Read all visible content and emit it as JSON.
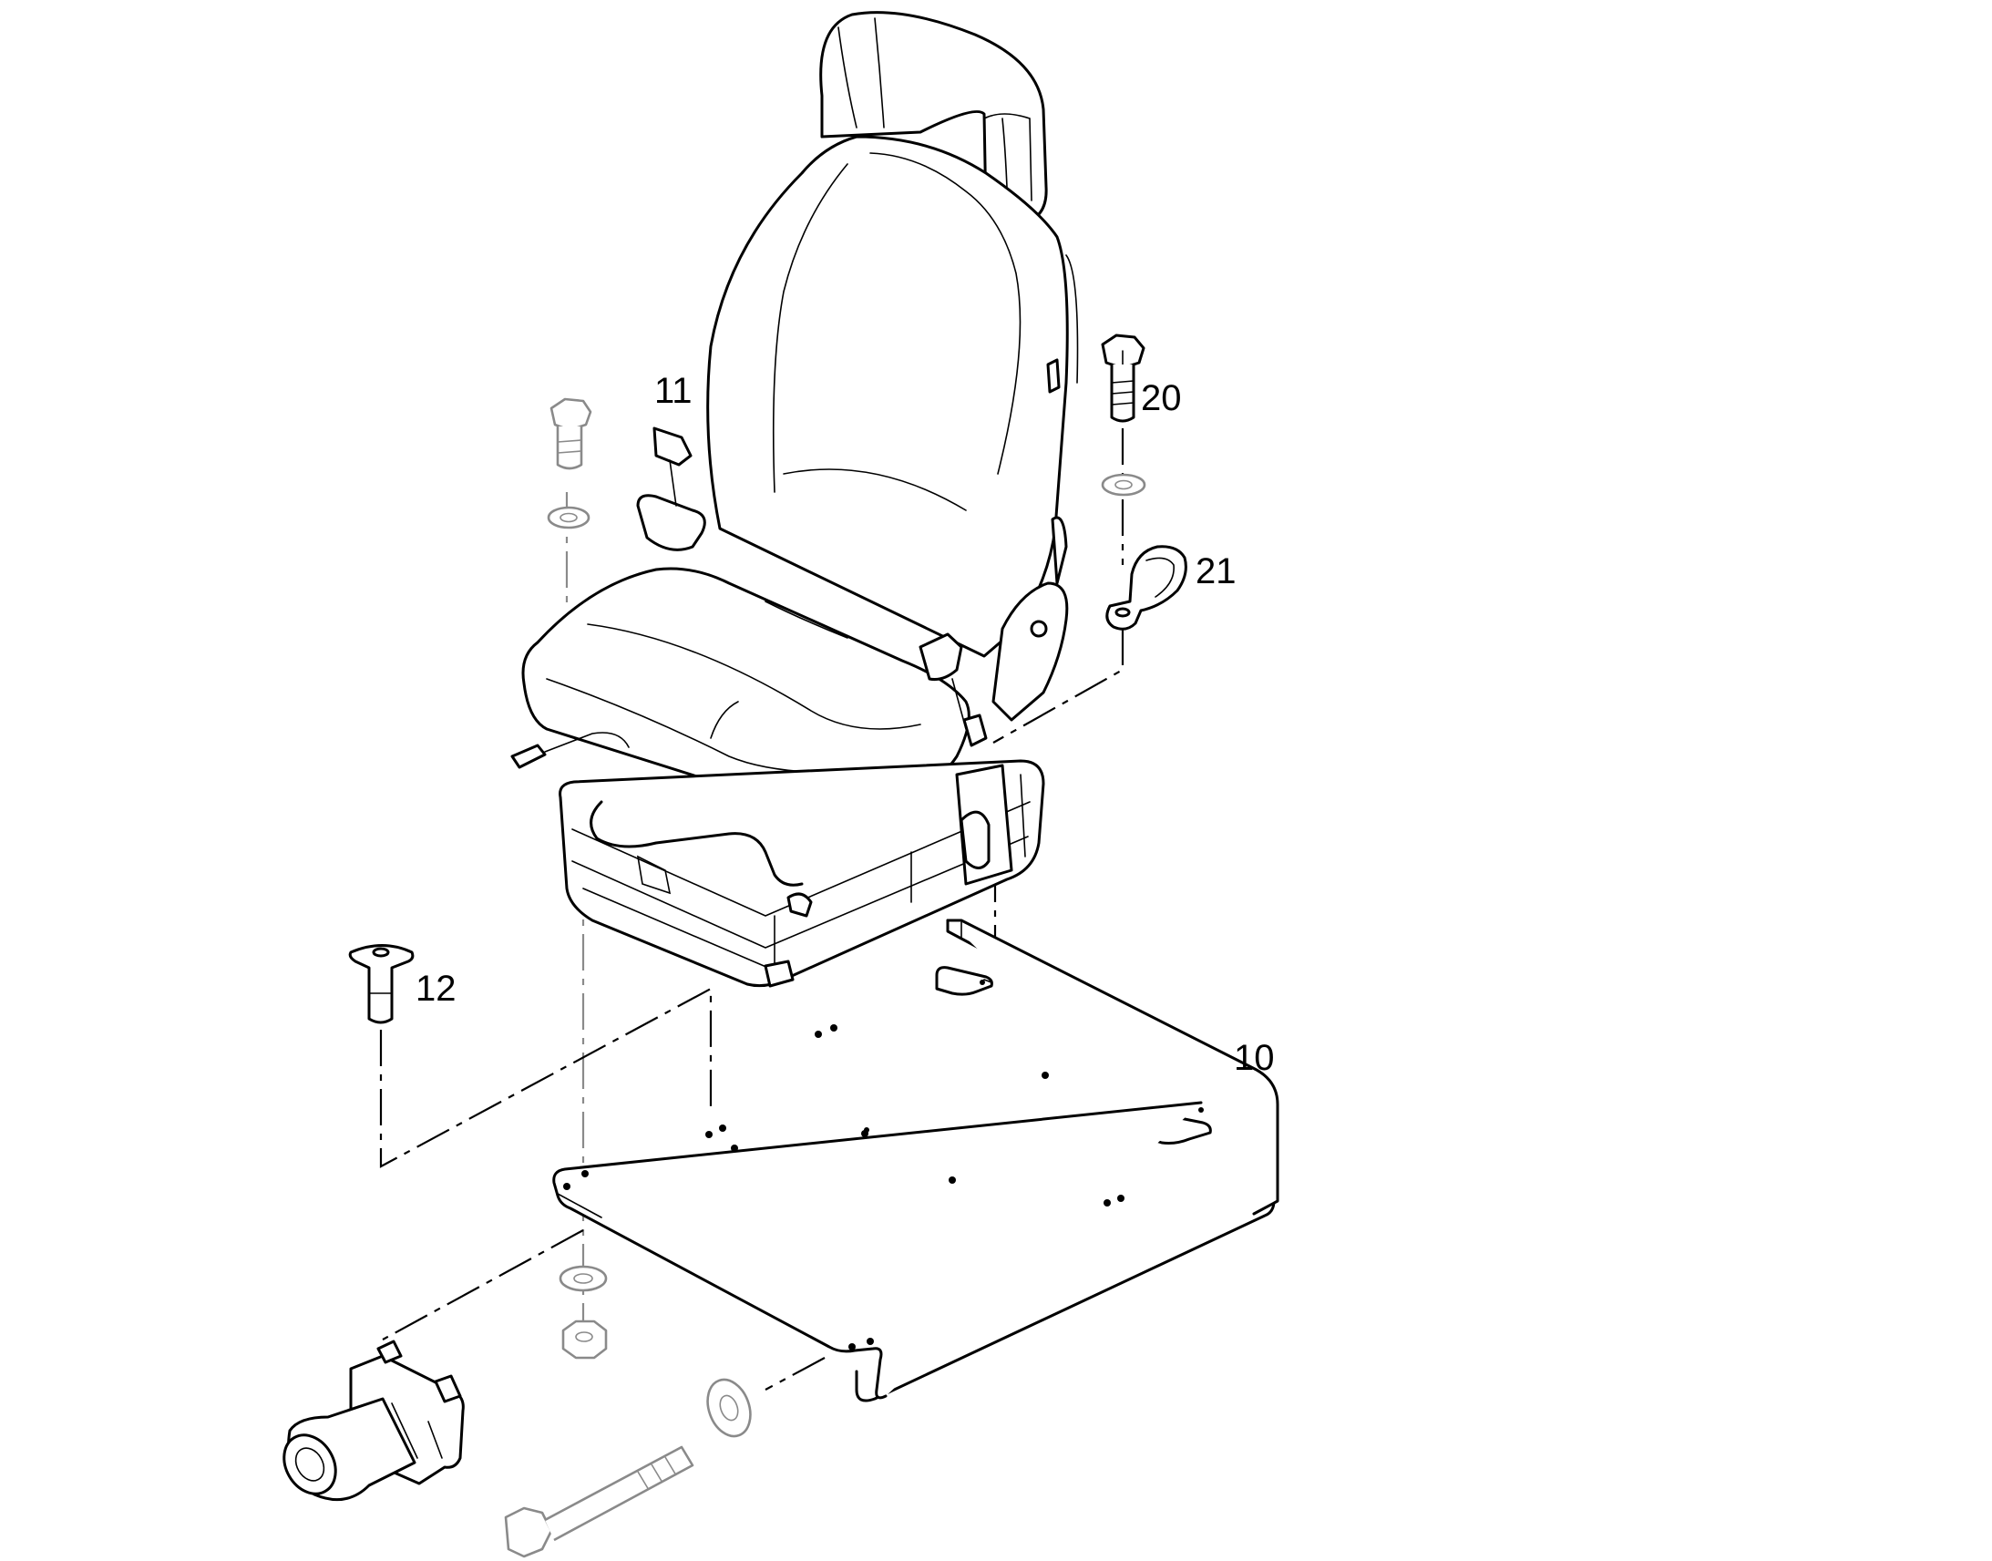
{
  "callouts": {
    "base_plate": "10",
    "seat": "11",
    "countersunk_screw": "12",
    "hex_bolt": "20",
    "cable_clamp": "21"
  },
  "colors": {
    "line": "#000000",
    "secondary_line": "#8a8a8a",
    "background": "#ffffff"
  }
}
